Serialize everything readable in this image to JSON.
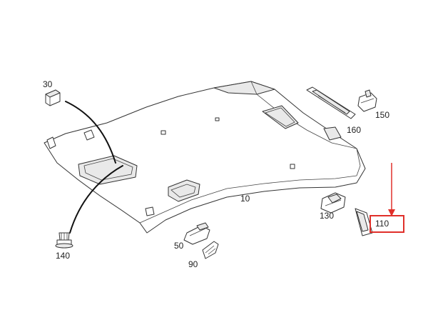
{
  "diagram": {
    "labels": {
      "l10": "10",
      "l30": "30",
      "l50": "50",
      "l90": "90",
      "l110": "110",
      "l130": "130",
      "l140": "140",
      "l150": "150",
      "l160": "160"
    },
    "highlight": {
      "label_key": "l110",
      "color": "#e0302a"
    },
    "arrow_color": "#e0302a",
    "line_color": "#333333"
  }
}
